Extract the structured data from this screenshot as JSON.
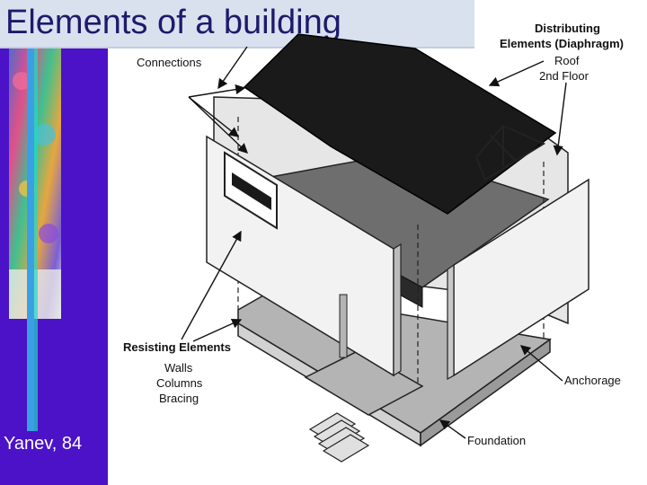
{
  "slide": {
    "title": "Elements of a building",
    "credit": "Yanev, 84"
  },
  "diagram": {
    "labels": {
      "distributing_line1": "Distributing",
      "distributing_line2": "Elements (Diaphragm)",
      "roof": "Roof",
      "second_floor": "2nd Floor",
      "connections": "Connections",
      "resisting_elements": "Resisting Elements",
      "walls": "Walls",
      "columns": "Columns",
      "bracing": "Bracing",
      "anchorage": "Anchorage",
      "foundation": "Foundation"
    }
  },
  "colors": {
    "sidebar": "#4b12c8",
    "title_band": "#d9e1ef",
    "title_text": "#1e1a6b",
    "roof": "#1a1a1a",
    "floor": "#6e6e6e",
    "foundation": "#b4b4b4"
  }
}
